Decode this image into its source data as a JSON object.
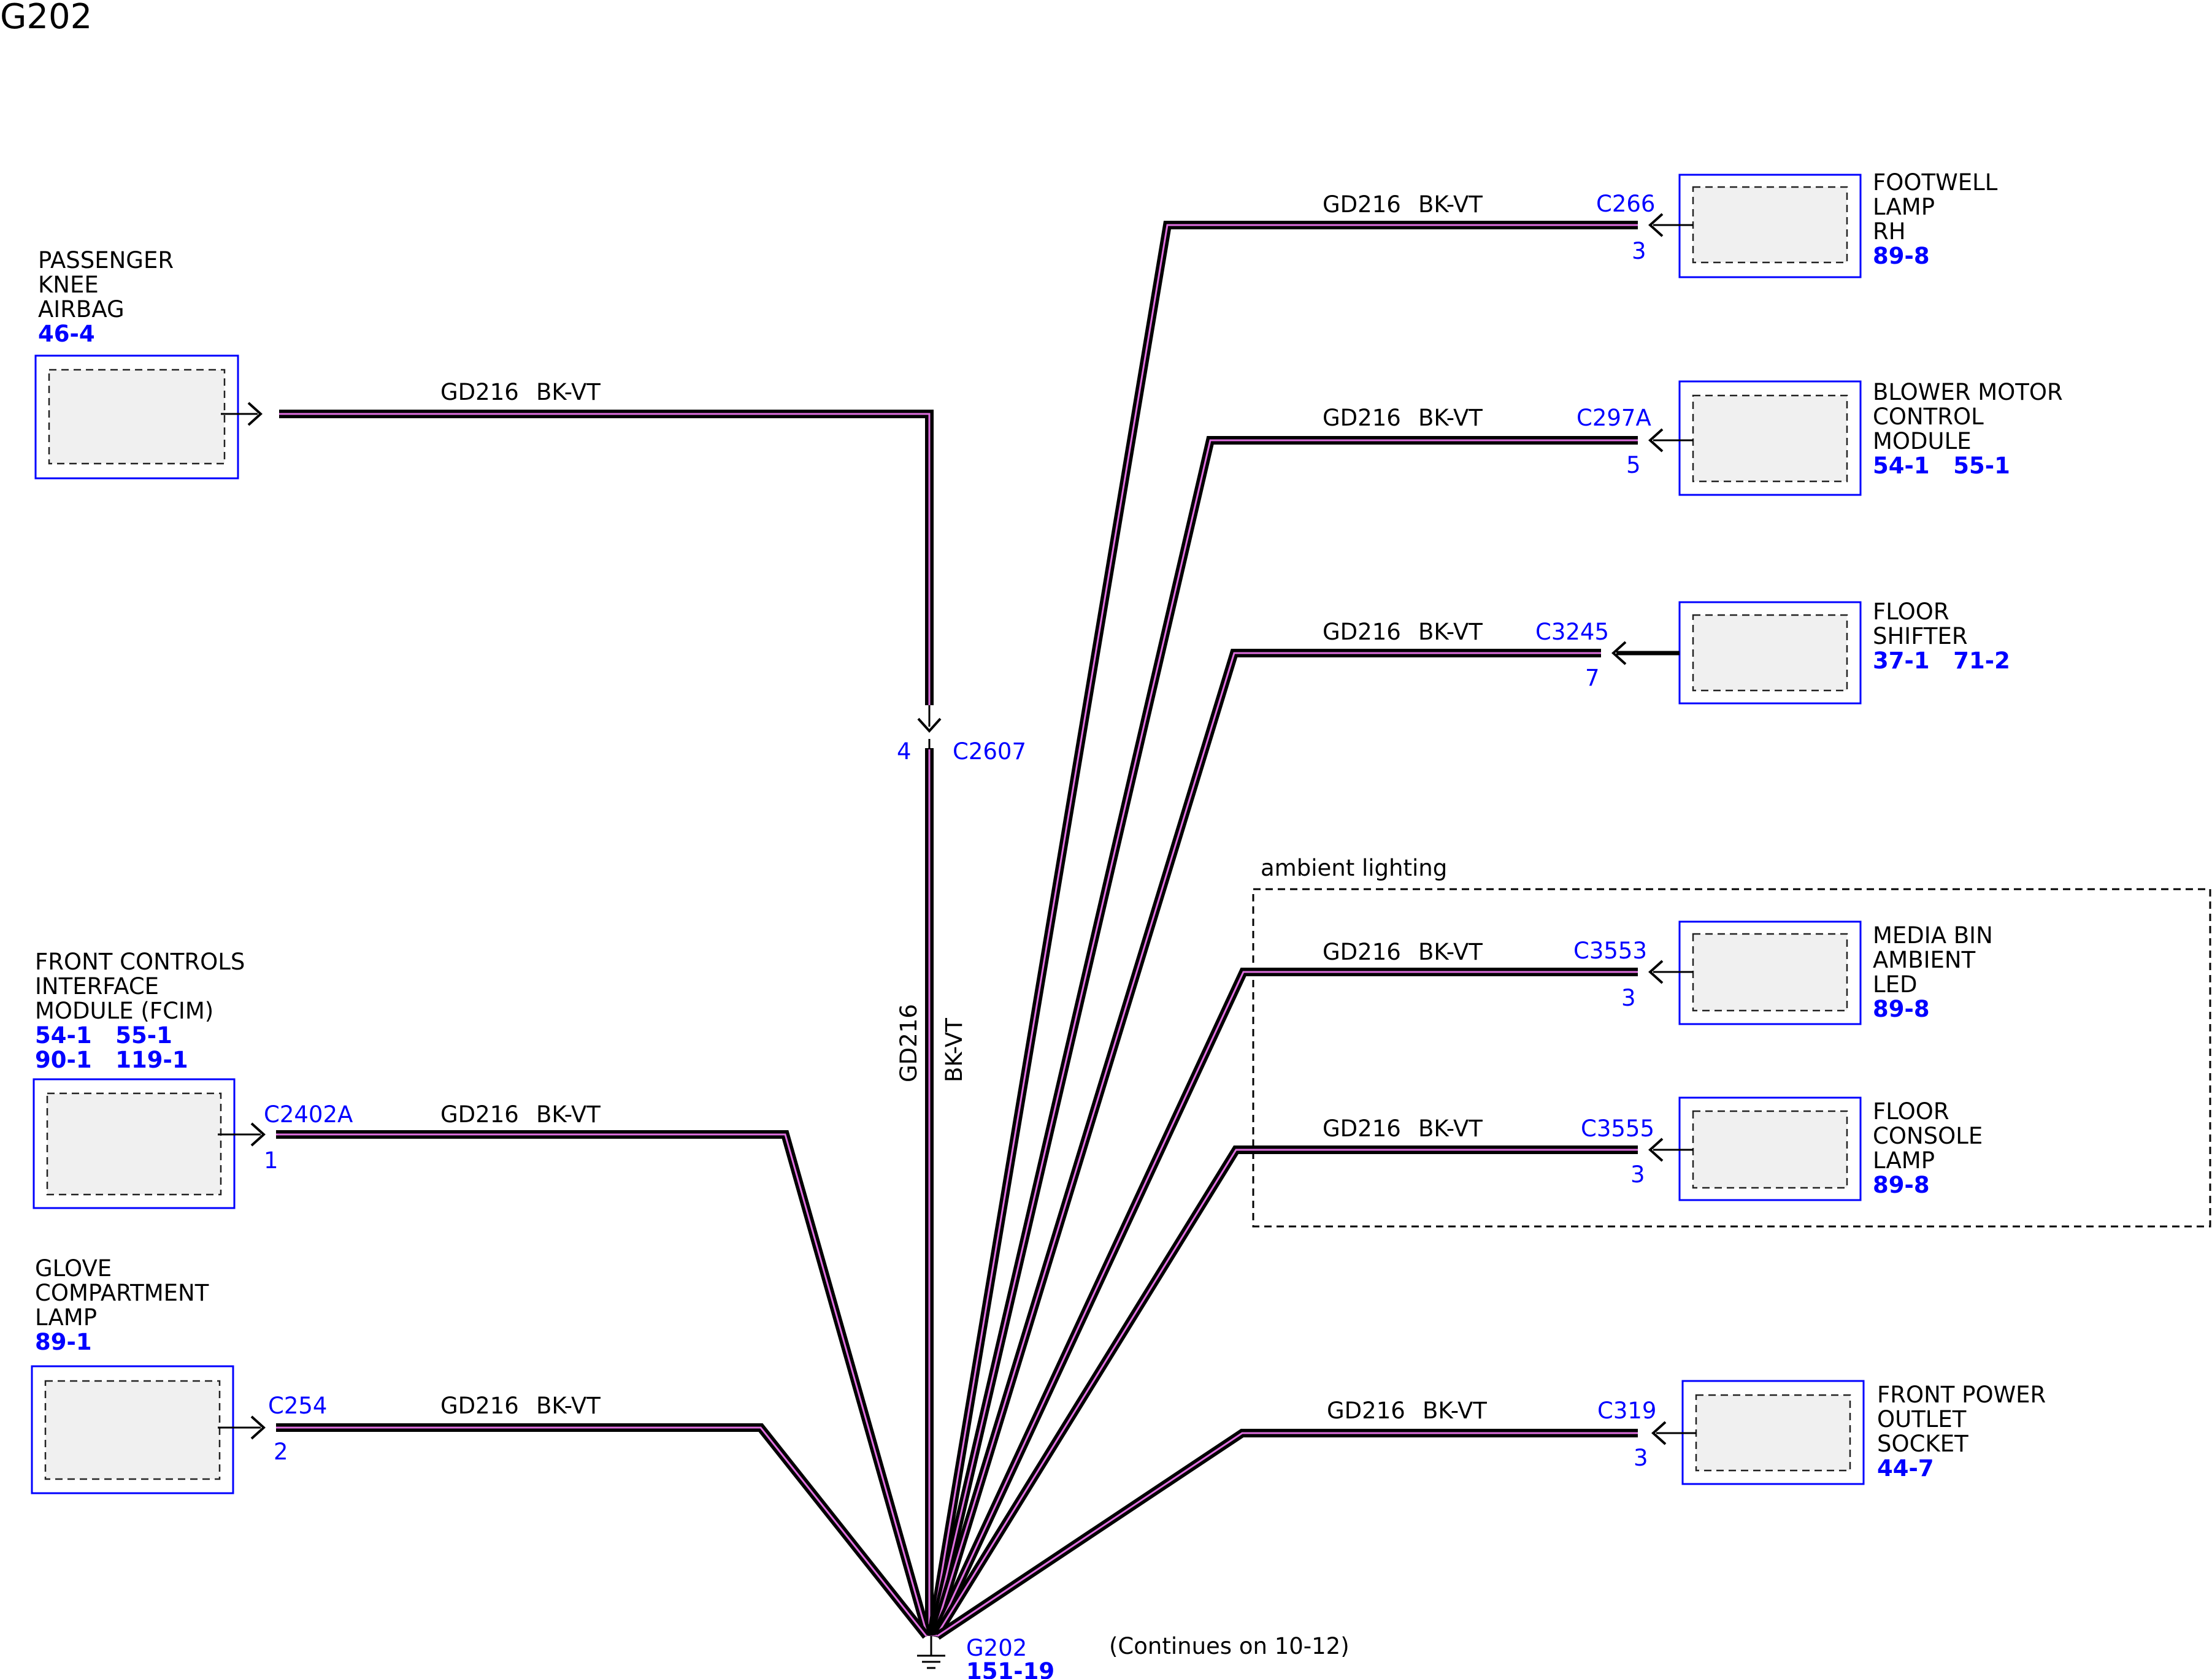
{
  "title": "G202",
  "ground": {
    "name": "G202",
    "ref": "151-19",
    "note": "(Continues on 10-12)"
  },
  "group": {
    "label": "ambient lighting"
  },
  "splice": {
    "connector": "C2607",
    "pin": "4"
  },
  "trunk": {
    "circuit": "GD216",
    "color": "BK-VT"
  },
  "components": [
    {
      "id": "passenger-knee-airbag",
      "lines": [
        "PASSENGER",
        "KNEE",
        "AIRBAG"
      ],
      "refs": [
        "46-4"
      ],
      "connector": "",
      "pin": "",
      "circuit": "GD216",
      "color": "BK-VT"
    },
    {
      "id": "fcim",
      "lines": [
        "FRONT CONTROLS",
        "INTERFACE",
        "MODULE (FCIM)"
      ],
      "refs": [
        "54-1   55-1",
        "90-1   119-1"
      ],
      "connector": "C2402A",
      "pin": "1",
      "circuit": "GD216",
      "color": "BK-VT"
    },
    {
      "id": "glove-compartment-lamp",
      "lines": [
        "GLOVE",
        "COMPARTMENT",
        "LAMP"
      ],
      "refs": [
        "89-1"
      ],
      "connector": "C254",
      "pin": "2",
      "circuit": "GD216",
      "color": "BK-VT"
    },
    {
      "id": "footwell-lamp-rh",
      "lines": [
        "FOOTWELL",
        "LAMP",
        "RH"
      ],
      "refs": [
        "89-8"
      ],
      "connector": "C266",
      "pin": "3",
      "circuit": "GD216",
      "color": "BK-VT"
    },
    {
      "id": "blower-motor-control-module",
      "lines": [
        "BLOWER MOTOR",
        "CONTROL",
        "MODULE"
      ],
      "refs": [
        "54-1   55-1"
      ],
      "connector": "C297A",
      "pin": "5",
      "circuit": "GD216",
      "color": "BK-VT"
    },
    {
      "id": "floor-shifter",
      "lines": [
        "FLOOR",
        "SHIFTER"
      ],
      "refs": [
        "37-1   71-2"
      ],
      "connector": "C3245",
      "pin": "7",
      "circuit": "GD216",
      "color": "BK-VT"
    },
    {
      "id": "media-bin-ambient-led",
      "lines": [
        "MEDIA BIN",
        "AMBIENT",
        "LED"
      ],
      "refs": [
        "89-8"
      ],
      "connector": "C3553",
      "pin": "3",
      "circuit": "GD216",
      "color": "BK-VT"
    },
    {
      "id": "floor-console-lamp",
      "lines": [
        "FLOOR",
        "CONSOLE",
        "LAMP"
      ],
      "refs": [
        "89-8"
      ],
      "connector": "C3555",
      "pin": "3",
      "circuit": "GD216",
      "color": "BK-VT"
    },
    {
      "id": "front-power-outlet-socket",
      "lines": [
        "FRONT POWER",
        "OUTLET",
        "SOCKET"
      ],
      "refs": [
        "44-7"
      ],
      "connector": "C319",
      "pin": "3",
      "circuit": "GD216",
      "color": "BK-VT"
    }
  ]
}
